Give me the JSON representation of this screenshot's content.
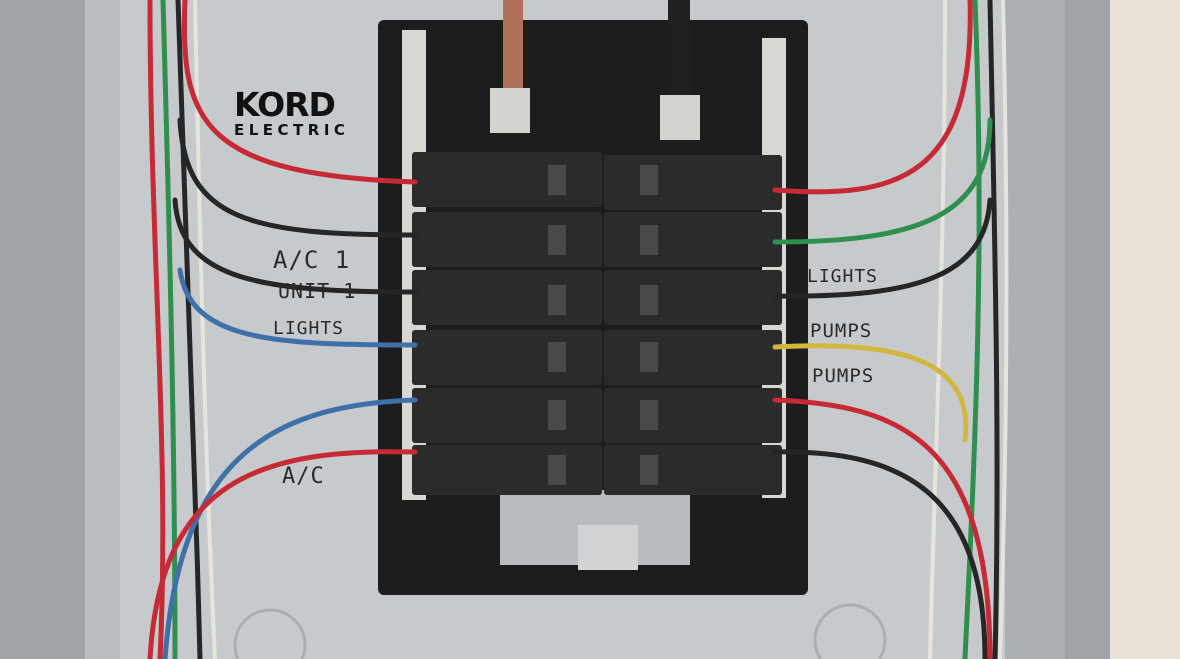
{
  "logo": {
    "line1": "KORD",
    "line2": "ELECTRIC"
  },
  "labels_left": [
    "A/C  1",
    "UNIT 1",
    "LIGHTS",
    "A/C"
  ],
  "labels_right": [
    "LIGHTS",
    "PUMPS",
    "PUMPS"
  ],
  "colors": {
    "enclosure": "#c3c7ca",
    "panel_back": "#aeb3b6",
    "breaker": "#2b2b2b",
    "wire_red": "#c62a35",
    "wire_black": "#262626",
    "wire_blue": "#3f70a8",
    "wire_green": "#2f8f4e",
    "wire_yellow": "#d2b73e",
    "wire_white": "#e6e4dc",
    "wire_copper": "#b0705a"
  }
}
